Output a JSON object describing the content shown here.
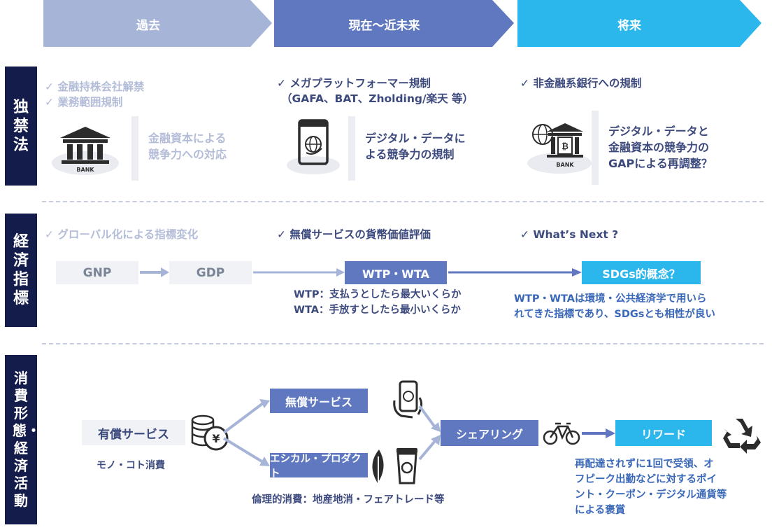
{
  "header": {
    "past": "過去",
    "present": "現在～近未来",
    "future": "将来",
    "colors": {
      "past": "#a6b4d8",
      "present": "#5f78c0",
      "future": "#2bb6ec"
    }
  },
  "sections": {
    "antitrust": "独禁法",
    "economic_indicators": "経済指標",
    "consumption": "消費形態・経済活動"
  },
  "antitrust": {
    "past_checks": [
      "✓ 金融持株会社解禁",
      "✓ 業務範囲規制"
    ],
    "past_icon_label": "BANK",
    "past_desc": [
      "金融資本による",
      "競争力への対応"
    ],
    "present_checks": [
      "✓ メガプラットフォーマー規制",
      "（GAFA、BAT、Zholding/楽天 等）"
    ],
    "present_desc": [
      "デジタル・データに",
      "よる競争力の規制"
    ],
    "future_checks": [
      "✓ 非金融系銀行への規制"
    ],
    "future_icon_label": "BANK",
    "future_desc": [
      "デジタル・データと",
      "金融資本の競争力の",
      "GAPによる再調整？"
    ]
  },
  "economic": {
    "past_check": "✓ グローバル化による指標変化",
    "present_check": "✓ 無償サービスの貨幣価値評価",
    "future_check": "✓ What’s Next ?",
    "gnp": "GNP",
    "gdp": "GDP",
    "wtp_wta": "WTP・WTA",
    "sdgs": "SDGs的概念？",
    "wtp_notes": [
      "WTP：支払うとしたら最大いくらか",
      "WTA：手放すとしたら最小いくらか"
    ],
    "sdgs_notes": [
      "WTP・WTAは環境・公共経済学で用いら",
      "れてきた指標であり、SDGsとも相性が良い"
    ]
  },
  "consumption": {
    "paid_service": "有償サービス",
    "paid_sub": "モノ・コト消費",
    "yen_symbol": "¥",
    "free_service": "無償サービス",
    "ethical_product": "エシカル・プロダクト",
    "ethical_sub": "倫理的消費：地産地消・フェアトレード等",
    "sharing": "シェアリング",
    "reward": "リワード",
    "reward_notes": [
      "再配達されずに1回で受領、オ",
      "フピーク出勤などに対するポイ",
      "ント・クーポン・デジタル通貨等",
      "による褒賞"
    ]
  }
}
